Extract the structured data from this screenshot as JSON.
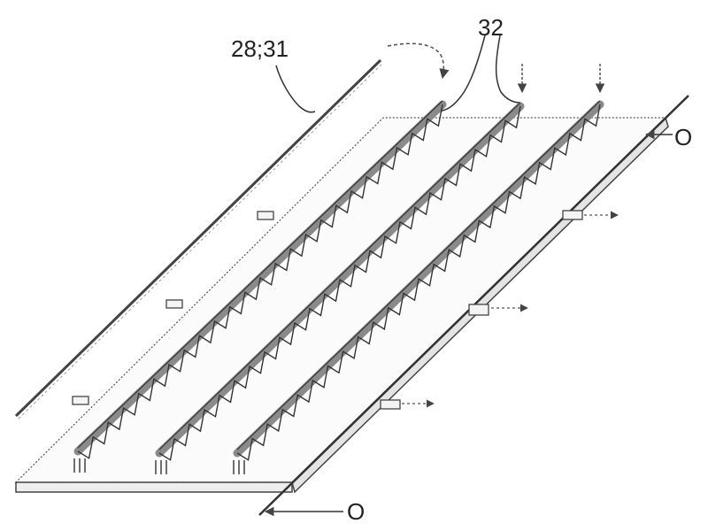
{
  "figure": {
    "labels": {
      "bar_reference": "28;31",
      "spray_rows_reference": "32",
      "axis_top": "O",
      "axis_bottom": "O"
    },
    "row_count": 3,
    "colors": {
      "line": "#333333",
      "shading": "#8a8a8a",
      "background": "#ffffff"
    }
  }
}
